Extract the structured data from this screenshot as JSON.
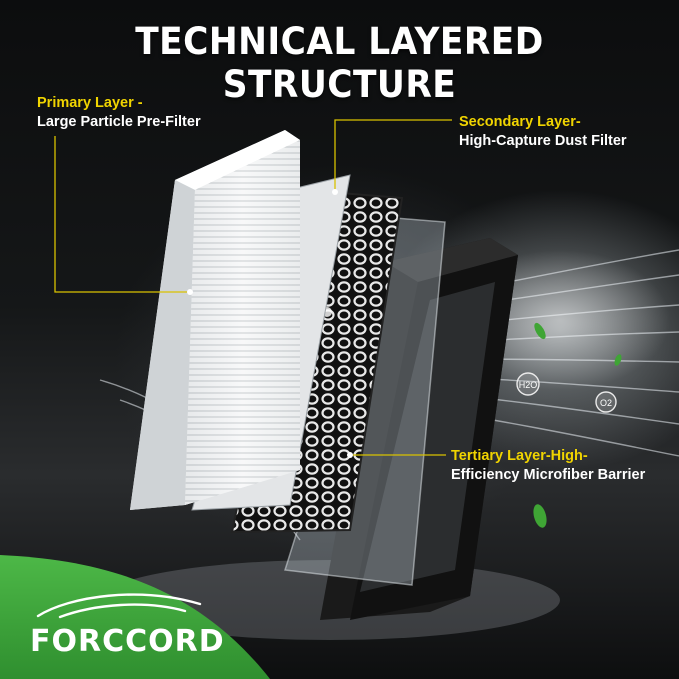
{
  "headline": "TECHNICAL LAYERED STRUCTURE",
  "callouts": {
    "primary": {
      "title": "Primary Layer -",
      "subtitle": "Large Particle Pre-Filter"
    },
    "secondary": {
      "title": "Secondary Layer-",
      "subtitle": "High-Capture Dust Filter"
    },
    "tertiary": {
      "title": "Tertiary Layer-High-",
      "subtitle": "Efficiency Microfiber Barrier"
    }
  },
  "molecule_labels": {
    "water": "H2O",
    "oxygen": "O2"
  },
  "brand": {
    "name": "FORCCORD"
  },
  "colors": {
    "accent_yellow": "#f0d400",
    "brand_green": "#3fa535",
    "text_white": "#ffffff",
    "background_dark": "#0c0d0e"
  }
}
